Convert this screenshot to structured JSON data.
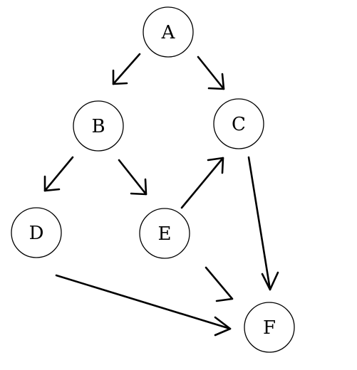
{
  "diagram": {
    "nodes": [
      {
        "id": "A",
        "label": "A"
      },
      {
        "id": "B",
        "label": "B"
      },
      {
        "id": "C",
        "label": "C"
      },
      {
        "id": "D",
        "label": "D"
      },
      {
        "id": "E",
        "label": "E"
      },
      {
        "id": "F",
        "label": "F"
      }
    ],
    "edges": [
      {
        "from": "A",
        "to": "B"
      },
      {
        "from": "A",
        "to": "C"
      },
      {
        "from": "B",
        "to": "D"
      },
      {
        "from": "B",
        "to": "E"
      },
      {
        "from": "E",
        "to": "C"
      },
      {
        "from": "C",
        "to": "F"
      },
      {
        "from": "D",
        "to": "F"
      },
      {
        "from": "E",
        "to": "F"
      }
    ]
  }
}
